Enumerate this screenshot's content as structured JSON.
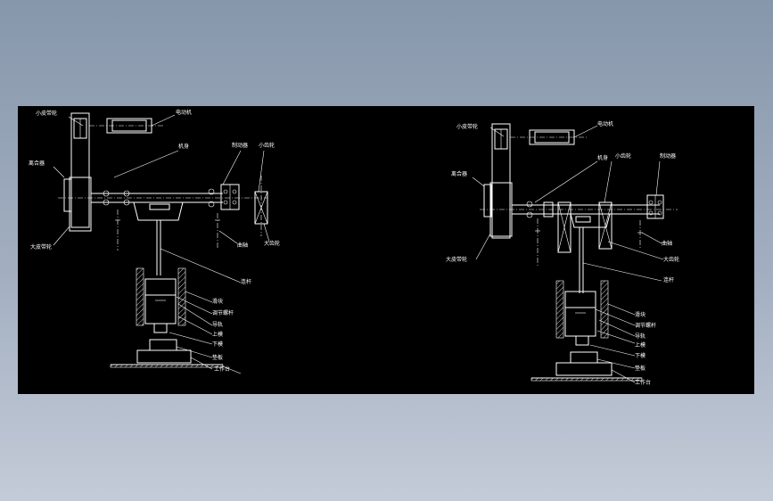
{
  "drawings": [
    {
      "id": "left",
      "labels": {
        "small_pulley": "小皮带轮",
        "motor": "电动机",
        "clutch": "离合器",
        "crankshaft": "机身",
        "brake": "制动器",
        "small_gear": "小齿轮",
        "large_pulley": "大皮带轮",
        "bearing_shaft": "曲轴",
        "large_gear": "大齿轮",
        "connecting_rod": "连杆",
        "slider": "滑块",
        "adjust_screw": "调节螺杆",
        "guide": "导轨",
        "upper_die": "上模",
        "lower_die": "下模",
        "base_plate": "垫板",
        "worktable": "工作台"
      }
    },
    {
      "id": "right",
      "labels": {
        "small_pulley": "小皮带轮",
        "motor": "电动机",
        "clutch": "离合器",
        "body": "机身",
        "small_gear": "小齿轮",
        "brake": "制动器",
        "large_pulley": "大皮带轮",
        "crankshaft": "曲轴",
        "large_gear": "大齿轮",
        "connecting_rod": "连杆",
        "slider": "滑块",
        "adjust_screw": "调节螺杆",
        "guide": "导轨",
        "upper_die": "上模",
        "lower_die": "下模",
        "base_plate": "垫板",
        "worktable": "工作台"
      }
    }
  ]
}
